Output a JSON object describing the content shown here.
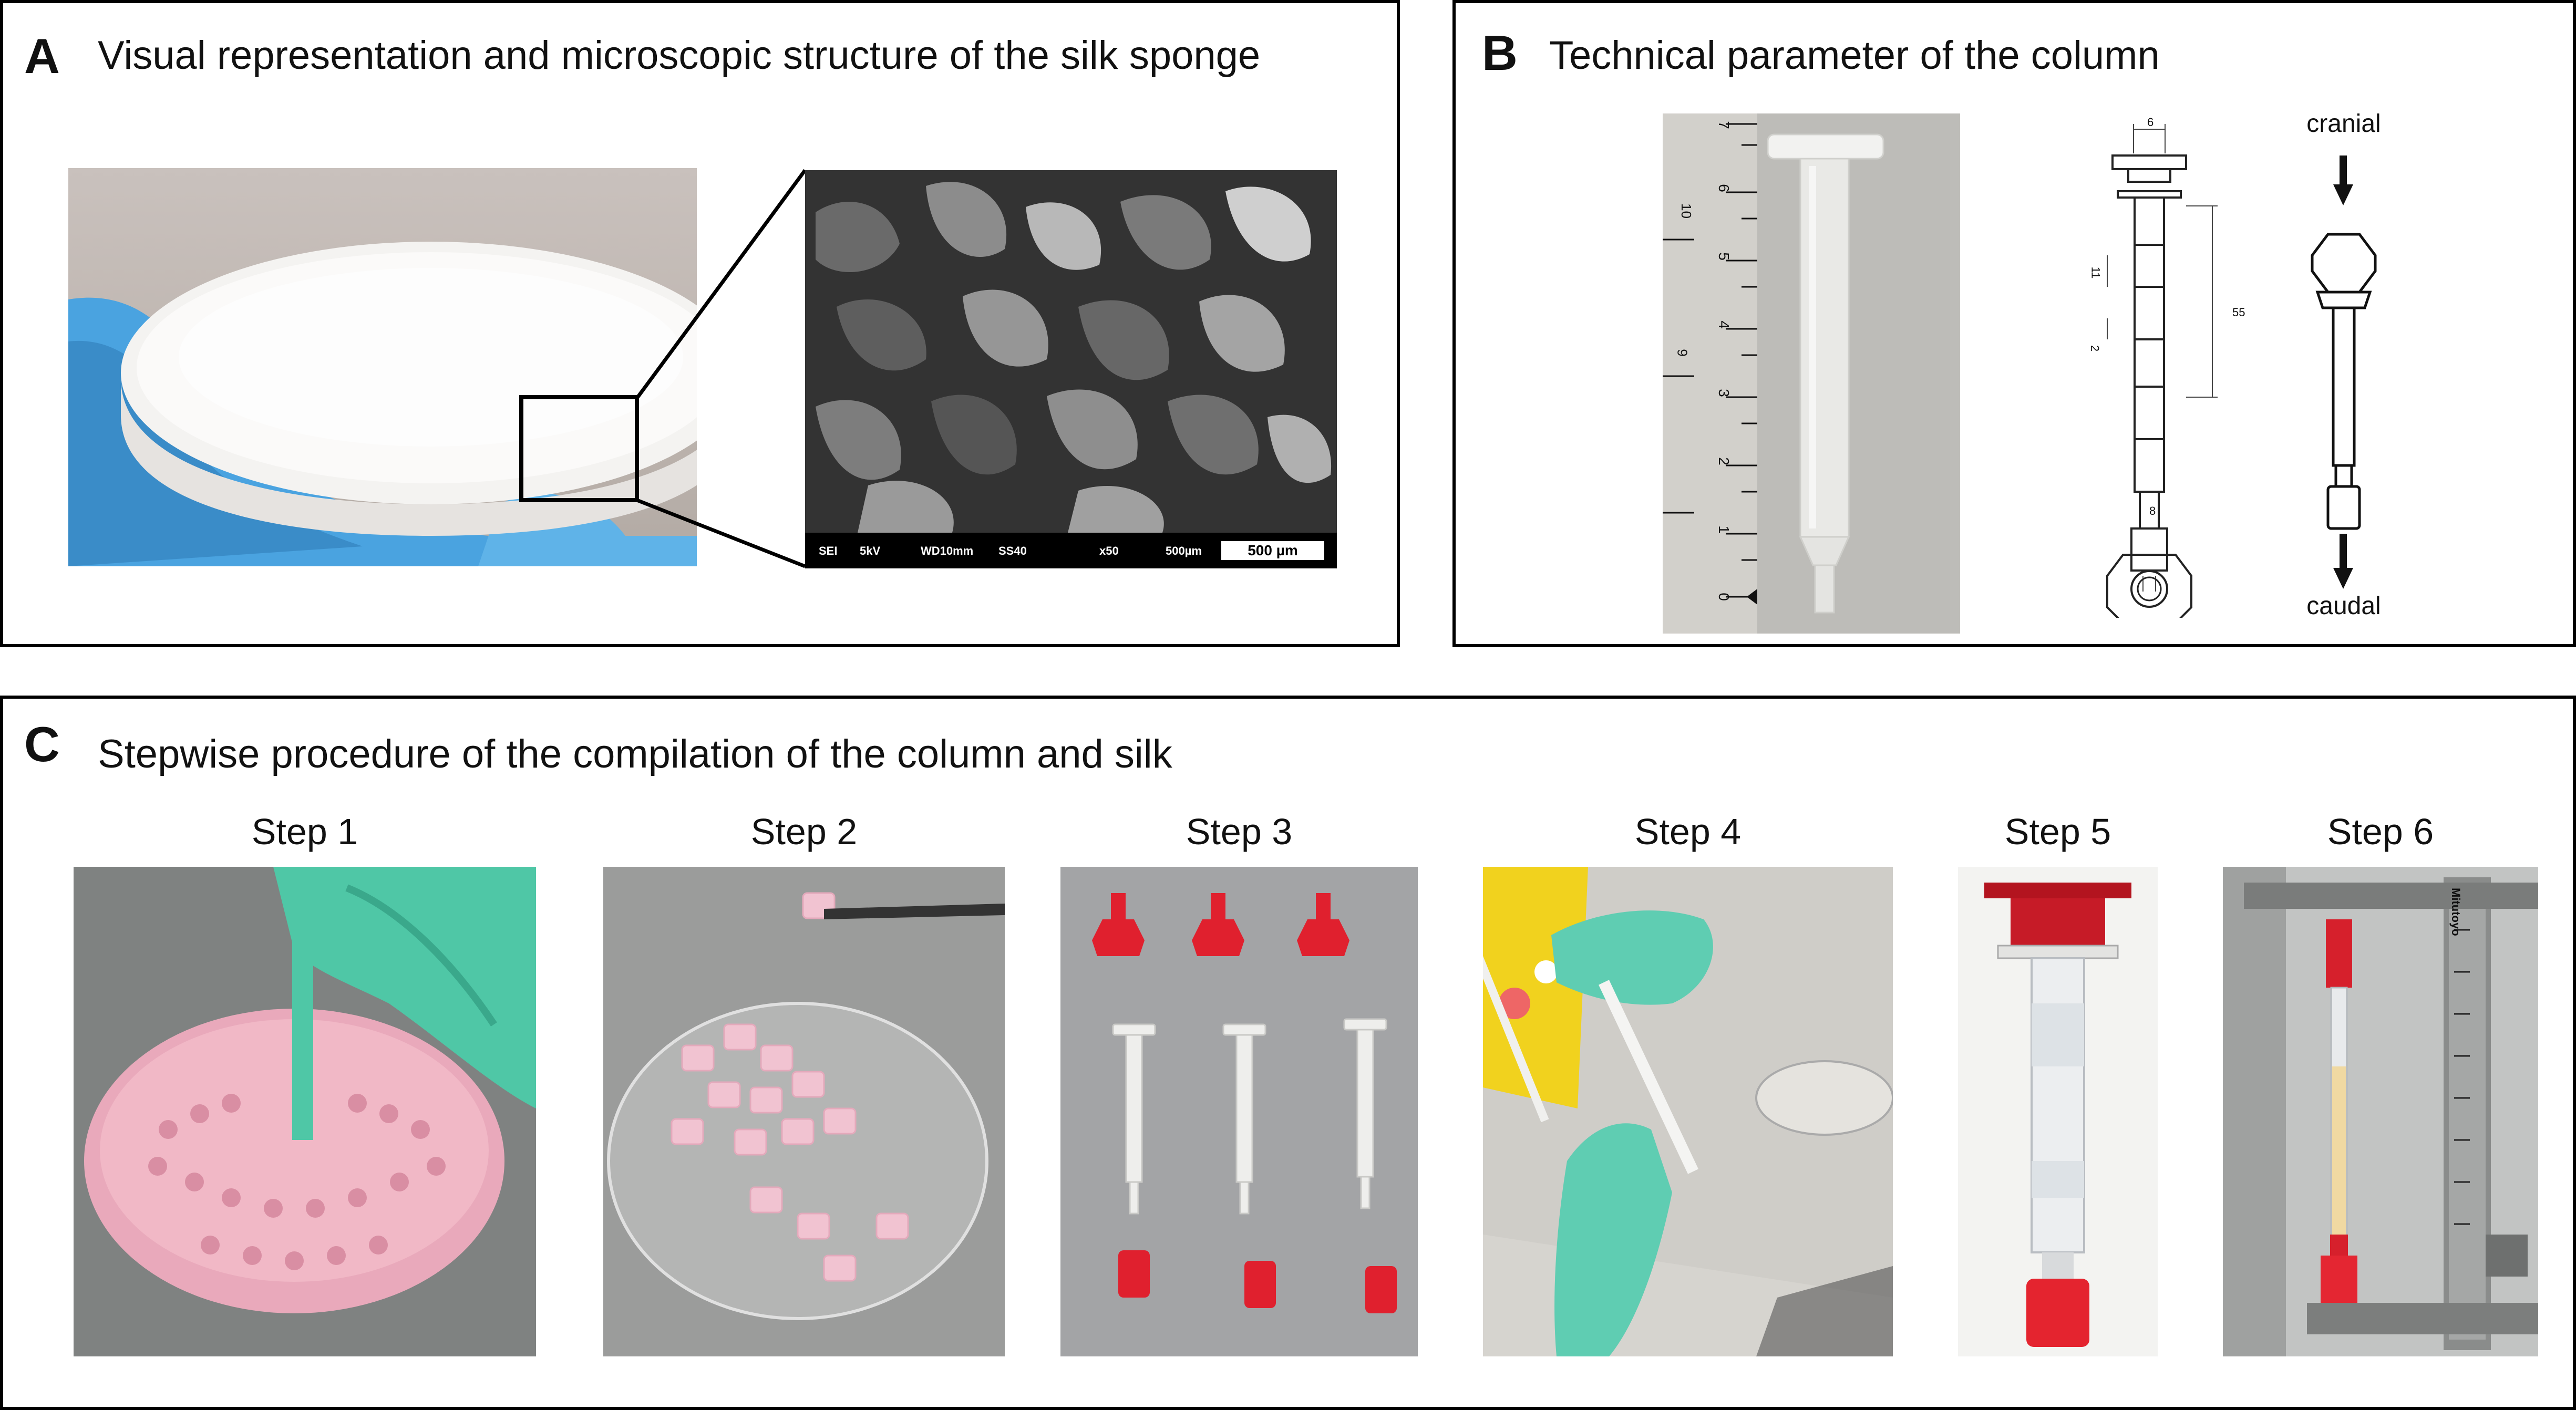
{
  "panel_a": {
    "letter": "A",
    "title": "Visual representation and microscopic structure of the silk sponge",
    "sem": {
      "info": [
        "SEI",
        "5kV",
        "WD10mm",
        "SS40",
        "x50",
        "500µm"
      ],
      "scalebar": "500 µm"
    }
  },
  "panel_b": {
    "letter": "B",
    "title": "Technical parameter of the column",
    "ruler_numbers": [
      "1",
      "2",
      "3",
      "4",
      "5",
      "6",
      "7"
    ],
    "ruler_top_labels": [
      "10",
      "9"
    ],
    "ruler_bottom": "0",
    "dims": {
      "d6": "6",
      "d11": "11",
      "d2": "2",
      "d55": "55",
      "d8": "8"
    },
    "orientation": {
      "top": "cranial",
      "bottom": "caudal"
    }
  },
  "panel_c": {
    "letter": "C",
    "title": "Stepwise procedure of the compilation of the column and silk",
    "steps": [
      "Step 1",
      "Step 2",
      "Step 3",
      "Step 4",
      "Step 5",
      "Step 6"
    ],
    "caliper_brand": "Mitutoyo"
  },
  "colors": {
    "glove_blue": "#4aa3e0",
    "glove_teal": "#4fc7a6",
    "silk_pink": "#f1b8c6",
    "cap_red": "#d9222f",
    "panel_border": "#000000"
  }
}
